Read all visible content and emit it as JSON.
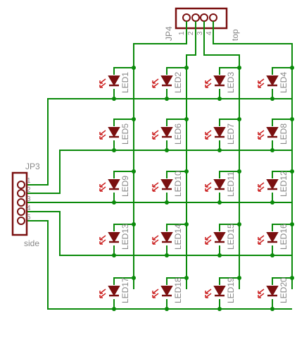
{
  "connectors": {
    "top": {
      "name": "JP4",
      "side_label": "top",
      "pins": [
        "1",
        "2",
        "3",
        "4"
      ]
    },
    "side": {
      "name": "JP3",
      "side_label": "side",
      "pins": [
        "1",
        "2",
        "3",
        "4",
        "5"
      ]
    }
  },
  "leds": [
    "LED1",
    "LED2",
    "LED3",
    "LED4",
    "LED5",
    "LED6",
    "LED7",
    "LED8",
    "LED9",
    "LED10",
    "LED11",
    "LED12",
    "LED13",
    "LED14",
    "LED15",
    "LED16",
    "LED17",
    "LED18",
    "LED19",
    "LED20"
  ],
  "colors": {
    "wire": "#0a8a0a",
    "component": "#7a1010",
    "label": "#888888",
    "light_arrows": "#cc2222"
  }
}
